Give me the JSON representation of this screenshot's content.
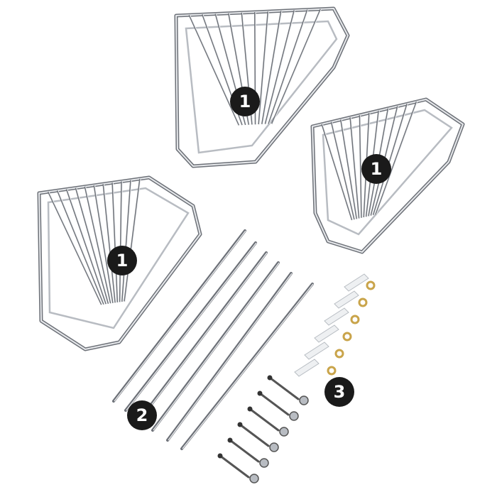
{
  "image": {
    "description_labels": {
      "basket_top": "1",
      "basket_right": "1",
      "basket_left": "1",
      "rods": "2",
      "fixings": "3"
    },
    "colors": {
      "chrome": "#b8bcc2",
      "chrome_dark": "#6d7178",
      "label_bg": "#1a1a1a",
      "washer": "#c9a44a",
      "anchor": "#eef0f2"
    }
  }
}
